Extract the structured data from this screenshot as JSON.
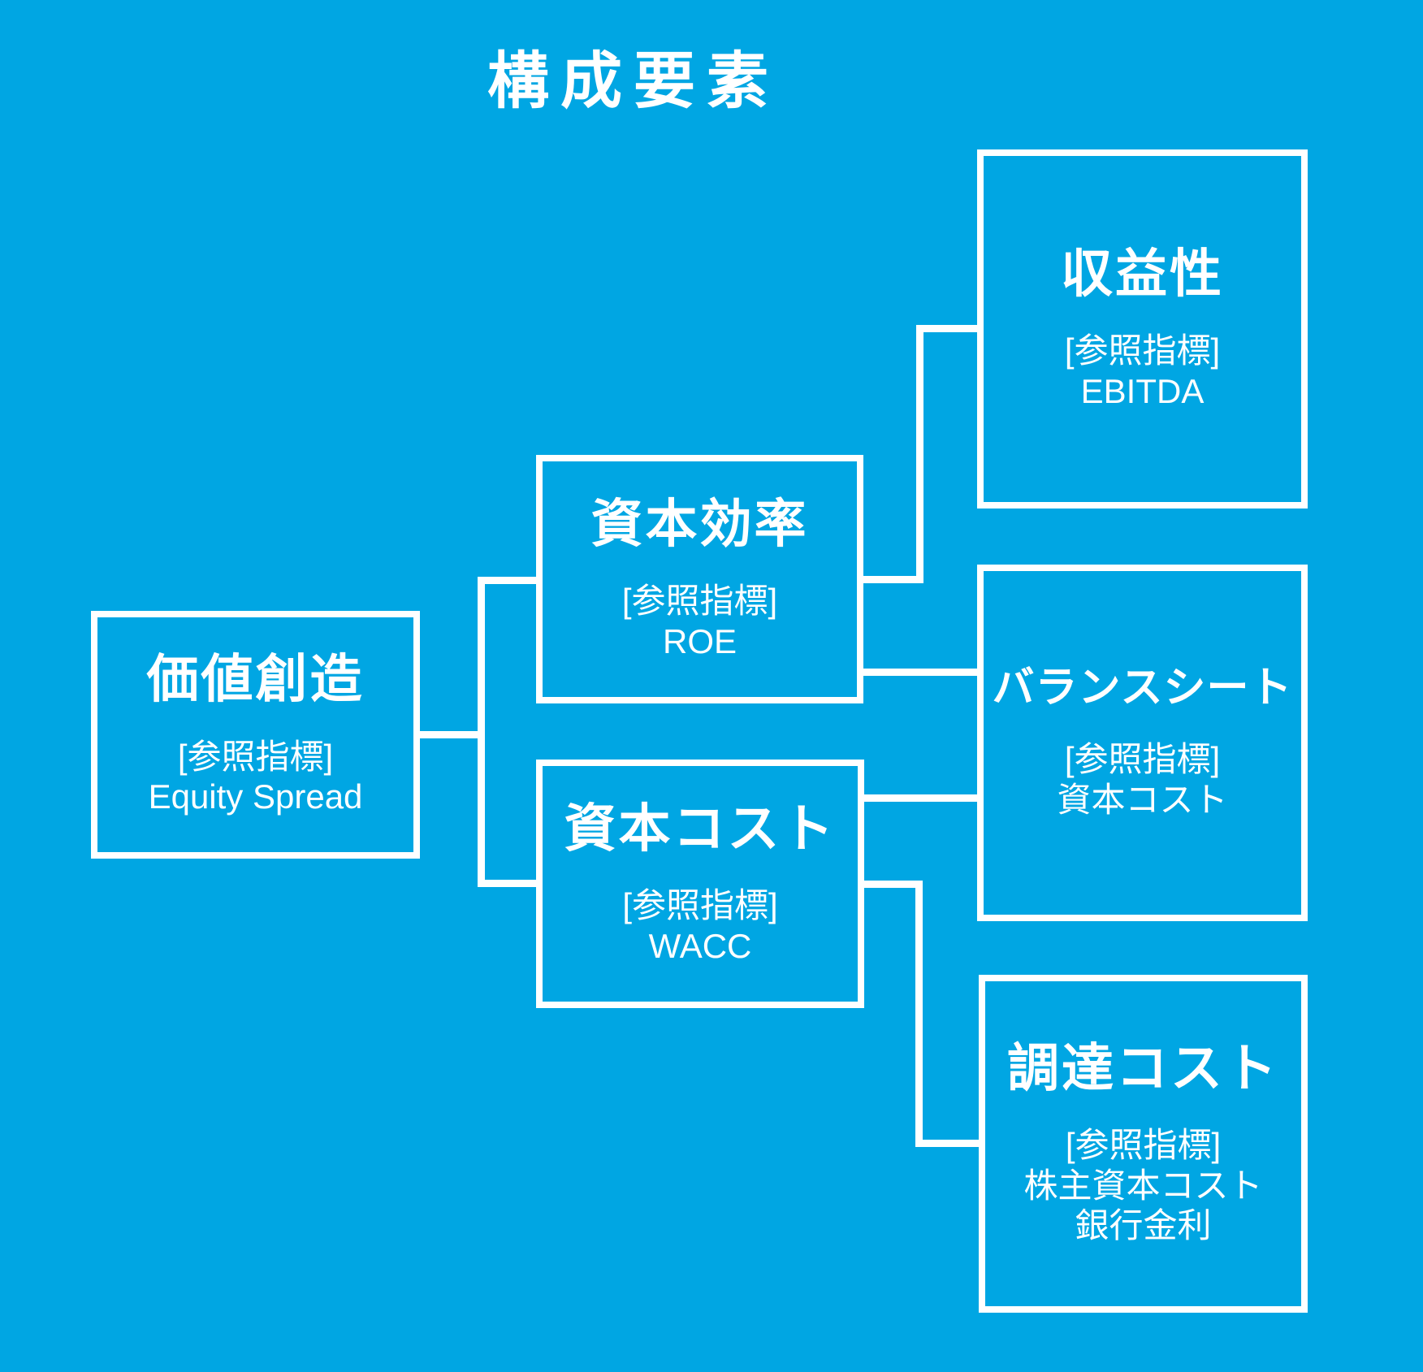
{
  "title": "構成要素",
  "colors": {
    "background": "#00A6E3",
    "foreground": "#FFFFFF"
  },
  "nodes": [
    {
      "id": "value-creation",
      "title": "価値創造",
      "ref_label": "[参照指標]",
      "metrics": [
        "Equity Spread"
      ]
    },
    {
      "id": "capital-efficiency",
      "title": "資本効率",
      "ref_label": "[参照指標]",
      "metrics": [
        "ROE"
      ]
    },
    {
      "id": "capital-cost",
      "title": "資本コスト",
      "ref_label": "[参照指標]",
      "metrics": [
        "WACC"
      ]
    },
    {
      "id": "profitability",
      "title": "収益性",
      "ref_label": "[参照指標]",
      "metrics": [
        "EBITDA"
      ]
    },
    {
      "id": "balance-sheet",
      "title": "バランスシート",
      "ref_label": "[参照指標]",
      "metrics": [
        "資本コスト"
      ]
    },
    {
      "id": "funding-cost",
      "title": "調達コスト",
      "ref_label": "[参照指標]",
      "metrics": [
        "株主資本コスト",
        "銀行金利"
      ]
    }
  ],
  "edges": [
    {
      "from": "value-creation",
      "to": "capital-efficiency"
    },
    {
      "from": "value-creation",
      "to": "capital-cost"
    },
    {
      "from": "capital-efficiency",
      "to": "profitability"
    },
    {
      "from": "capital-efficiency",
      "to": "balance-sheet"
    },
    {
      "from": "capital-cost",
      "to": "balance-sheet"
    },
    {
      "from": "capital-cost",
      "to": "funding-cost"
    }
  ]
}
